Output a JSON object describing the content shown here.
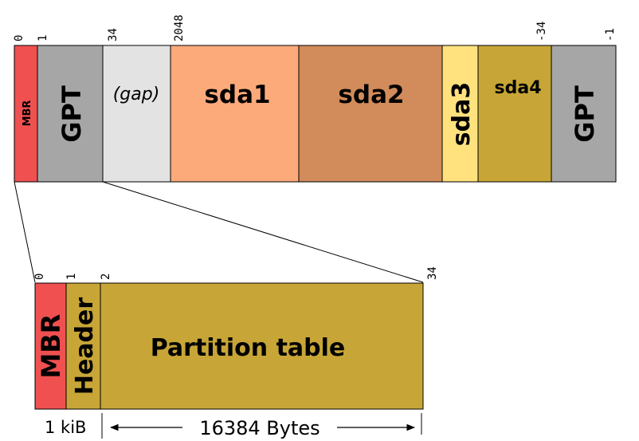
{
  "top_offsets": {
    "o0": "0",
    "o1": "1",
    "o34": "34",
    "o2048": "2048",
    "oneg34": "-34",
    "oneg1": "-1"
  },
  "top_blocks": {
    "mbr": {
      "label": "MBR",
      "color": "#f05050"
    },
    "gpt1": {
      "label": "GPT",
      "color": "#a6a6a6"
    },
    "gap": {
      "label": "(gap)",
      "color": "#e3e3e3"
    },
    "sda1": {
      "label": "sda1",
      "color": "#fdaa7b"
    },
    "sda2": {
      "label": "sda2",
      "color": "#d28b5b"
    },
    "sda3": {
      "label": "sda3",
      "color": "#ffe27e"
    },
    "sda4": {
      "label": "sda4",
      "color": "#c7a637"
    },
    "gpt2": {
      "label": "GPT",
      "color": "#a6a6a6"
    }
  },
  "zoom_offsets": {
    "o0": "0",
    "o1": "1",
    "o2": "2",
    "o34": "34"
  },
  "zoom_blocks": {
    "mbr": {
      "label": "MBR",
      "color": "#f05050"
    },
    "header": {
      "label": "Header",
      "color": "#c7a637"
    },
    "table": {
      "label": "Partition table",
      "color": "#c7a637"
    }
  },
  "sizes": {
    "kib": "1 kiB",
    "bytes": "16384 Bytes"
  }
}
